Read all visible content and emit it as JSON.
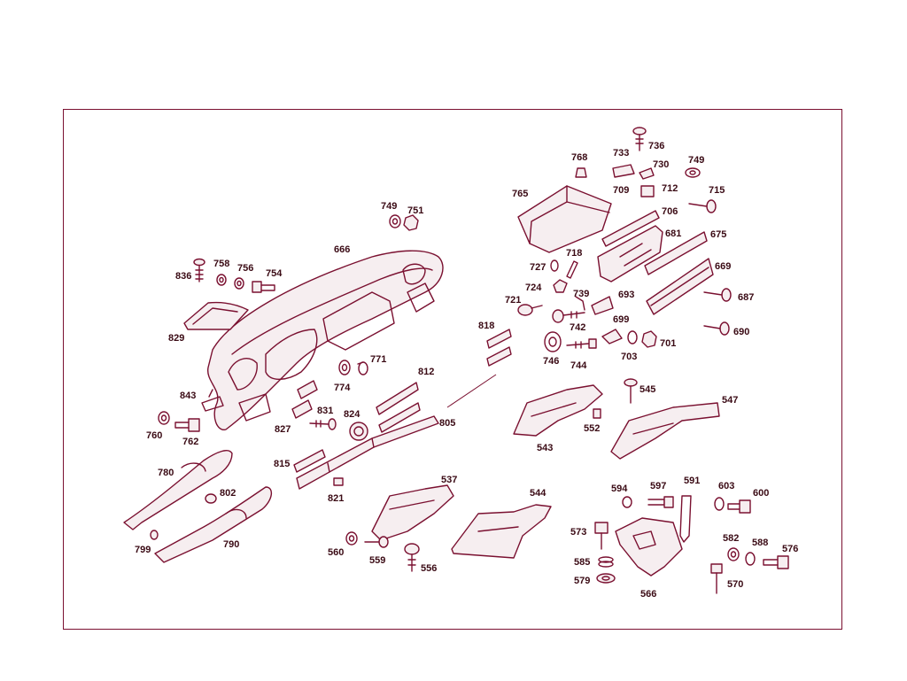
{
  "diagram": {
    "line_color": "#7a1030",
    "label_color": "#3a0a14",
    "labels": [
      "666",
      "749",
      "751",
      "836",
      "758",
      "756",
      "754",
      "829",
      "843",
      "760",
      "762",
      "827",
      "831",
      "824",
      "774",
      "771",
      "812",
      "805",
      "818",
      "815",
      "821",
      "780",
      "802",
      "799",
      "790",
      "537",
      "560",
      "559",
      "556",
      "544",
      "768",
      "733",
      "736",
      "730",
      "749",
      "765",
      "709",
      "712",
      "706",
      "715",
      "681",
      "675",
      "669",
      "687",
      "690",
      "727",
      "718",
      "724",
      "739",
      "693",
      "721",
      "742",
      "699",
      "746",
      "744",
      "703",
      "701",
      "545",
      "547",
      "543",
      "552",
      "594",
      "597",
      "591",
      "603",
      "600",
      "573",
      "585",
      "579",
      "566",
      "582",
      "588",
      "576",
      "570"
    ]
  }
}
